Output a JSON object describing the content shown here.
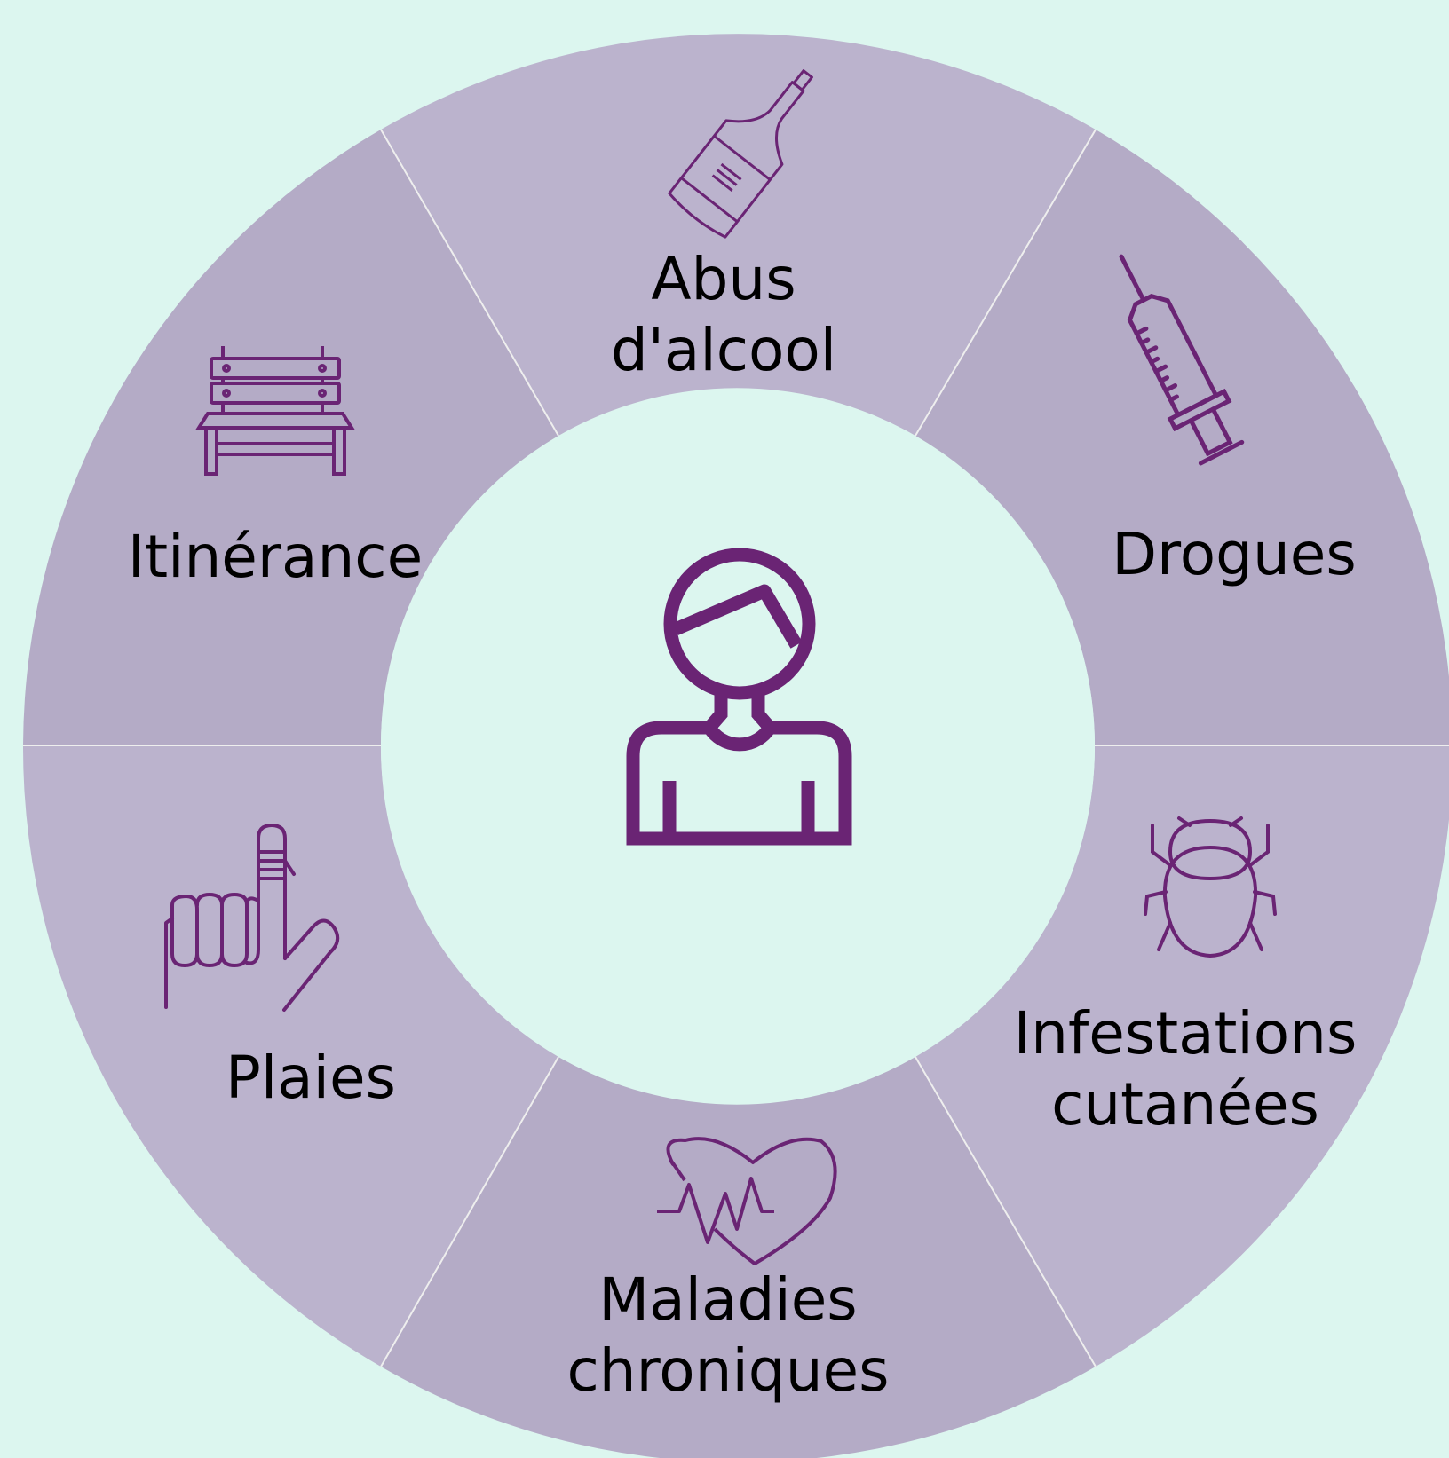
{
  "colors": {
    "background": "#dcf6ef",
    "segment_light": "#bbb3cd",
    "segment_dark": "#b4abc6",
    "icon_stroke": "#6a2474",
    "divider": "#eeeeee"
  },
  "center": {
    "icon": "person-icon"
  },
  "segments": [
    {
      "id": "abus",
      "lines": [
        "Abus",
        "d'alcool"
      ],
      "icon": "bottle-icon"
    },
    {
      "id": "drogues",
      "lines": [
        "Drogues"
      ],
      "icon": "syringe-icon"
    },
    {
      "id": "infestations",
      "lines": [
        "Infestations",
        "cutanées"
      ],
      "icon": "bug-icon"
    },
    {
      "id": "maladies",
      "lines": [
        "Maladies",
        "chroniques"
      ],
      "icon": "heartbeat-icon"
    },
    {
      "id": "plaies",
      "lines": [
        "Plaies"
      ],
      "icon": "bandaged-finger-icon"
    },
    {
      "id": "itinerance",
      "lines": [
        "Itinérance"
      ],
      "icon": "bench-icon"
    }
  ]
}
